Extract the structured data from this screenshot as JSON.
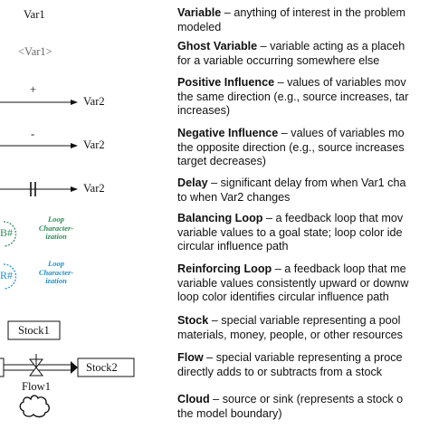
{
  "symbols": {
    "variable": "Var1",
    "ghost_variable": "<Var1>",
    "positive": {
      "sign": "+",
      "target": "Var2"
    },
    "negative": {
      "sign": "-",
      "target": "Var2"
    },
    "delay": {
      "target": "Var2"
    },
    "balancing_loop": {
      "mark": "B#",
      "label": "Loop Character- ization",
      "color": "#2e8b57"
    },
    "reinforcing_loop": {
      "mark": "R#",
      "label": "Loop Character- ization",
      "color": "#1f8fc8"
    },
    "stock": "Stock1",
    "stock2": "Stock2",
    "flow": "Flow1"
  },
  "definitions": [
    {
      "term": "Variable",
      "lines": [
        " – anything of interest in the problem",
        "modeled"
      ]
    },
    {
      "term": "Ghost Variable",
      "lines": [
        " – variable acting as a placeh",
        "for a variable occurring somewhere else"
      ]
    },
    {
      "term": "Positive Influence",
      "lines": [
        " – values of variables mov",
        "the same direction (e.g., source increases, tar",
        "increases)"
      ]
    },
    {
      "term": "Negative Influence",
      "lines": [
        " – values of variables mo",
        "the opposite direction (e.g., source increases",
        "target decreases)"
      ]
    },
    {
      "term": "Delay",
      "lines": [
        " – significant delay from when Var1 cha",
        "to when Var2 changes"
      ]
    },
    {
      "term": "Balancing Loop",
      "lines": [
        " – a feedback loop that mov",
        "variable values to a goal state; loop color ide",
        "circular influence path"
      ]
    },
    {
      "term": "Reinforcing Loop",
      "lines": [
        " – a feedback loop that me",
        "variable values consistently upward or downw",
        "loop color identifies circular influence path"
      ]
    },
    {
      "term": "Stock",
      "lines": [
        " – special variable representing a pool",
        "materials, money, people, or other resources"
      ]
    },
    {
      "term": "Flow",
      "lines": [
        " – special variable representing a proce",
        "directly adds to or subtracts from a stock"
      ]
    },
    {
      "term": "Cloud",
      "lines": [
        " – source or sink (represents a stock o",
        "the model boundary)"
      ]
    }
  ]
}
